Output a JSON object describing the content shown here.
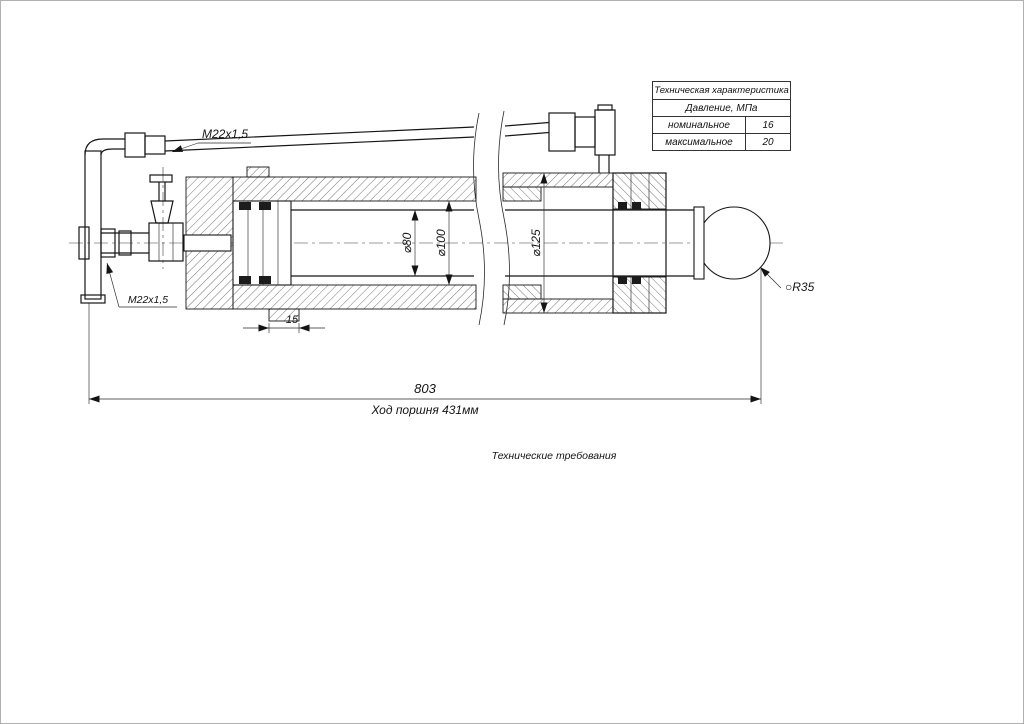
{
  "table": {
    "title": "Техническая характеристика",
    "subtitle": "Давление, МПа",
    "rows": [
      {
        "label": "номинальное",
        "value": "16"
      },
      {
        "label": "максимальное",
        "value": "20"
      }
    ]
  },
  "labels": {
    "thread_top": "M22x1,5",
    "thread_bottom": "M22x1,5",
    "dia_rod": "⌀80",
    "dia_bore": "⌀100",
    "dia_outer": "⌀125",
    "lug_width": "15",
    "sphere_radius": "○R35",
    "overall_length": "803",
    "piston_stroke": "Ход поршня 431мм",
    "tech_requirements": "Технические требования"
  }
}
